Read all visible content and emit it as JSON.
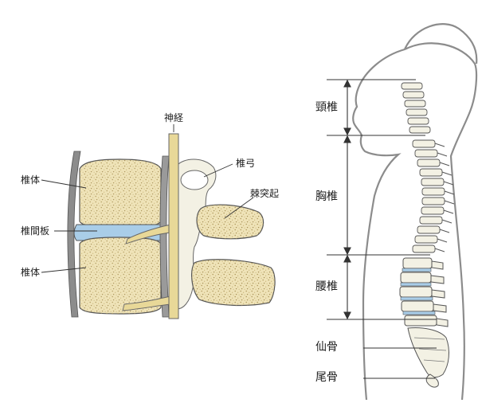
{
  "left_labels": {
    "nerve": "神経",
    "vertebral_arch": "椎弓",
    "spinous_process": "棘突起",
    "body_upper": "椎体",
    "disc": "椎間板",
    "body_lower": "椎体"
  },
  "right_labels": {
    "cervical": "頸椎",
    "thoracic": "胸椎",
    "lumbar": "腰椎",
    "sacrum": "仙骨",
    "coccyx": "尾骨"
  },
  "colors": {
    "bone_fill": "#efe3b8",
    "bone_speckle": "#b09a5e",
    "disc_fill": "#a9cde8",
    "nerve_fill": "#e8d898",
    "arch_fill": "#f3f1e4",
    "ligament": "#8a8a8a",
    "body_outline": "#9a9a9a"
  }
}
